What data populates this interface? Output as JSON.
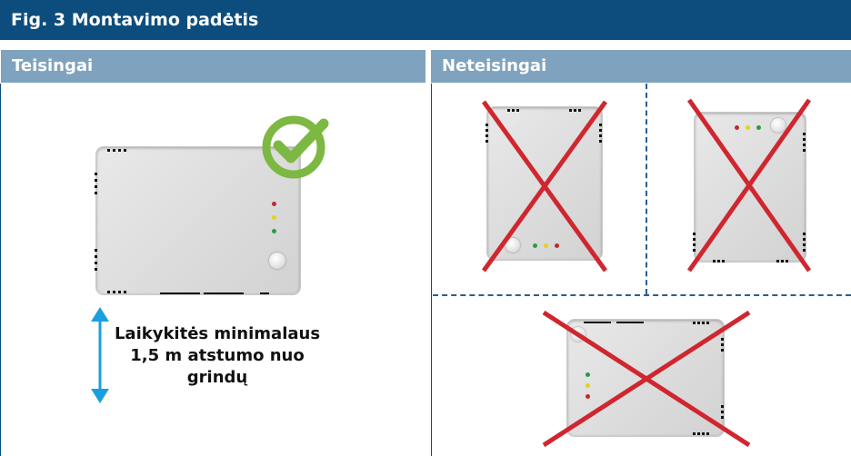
{
  "figure": {
    "title": "Fig. 3 Montavimo padėtis",
    "left_header": "Teisingai",
    "right_header": "Neteisingai",
    "note_lines": [
      "Laikykitės minimalaus",
      "1,5 m atstumo nuo",
      "grindų"
    ]
  },
  "icons": {
    "check": "check-circle-icon",
    "cross": "red-x-icon",
    "arrow": "double-arrow-icon"
  },
  "colors": {
    "title_bar": "#0c4d7d",
    "header_bar": "#7fa3be",
    "check_green": "#7cb842",
    "cross_red": "#d0262f",
    "arrow_blue": "#1aa0e0"
  }
}
